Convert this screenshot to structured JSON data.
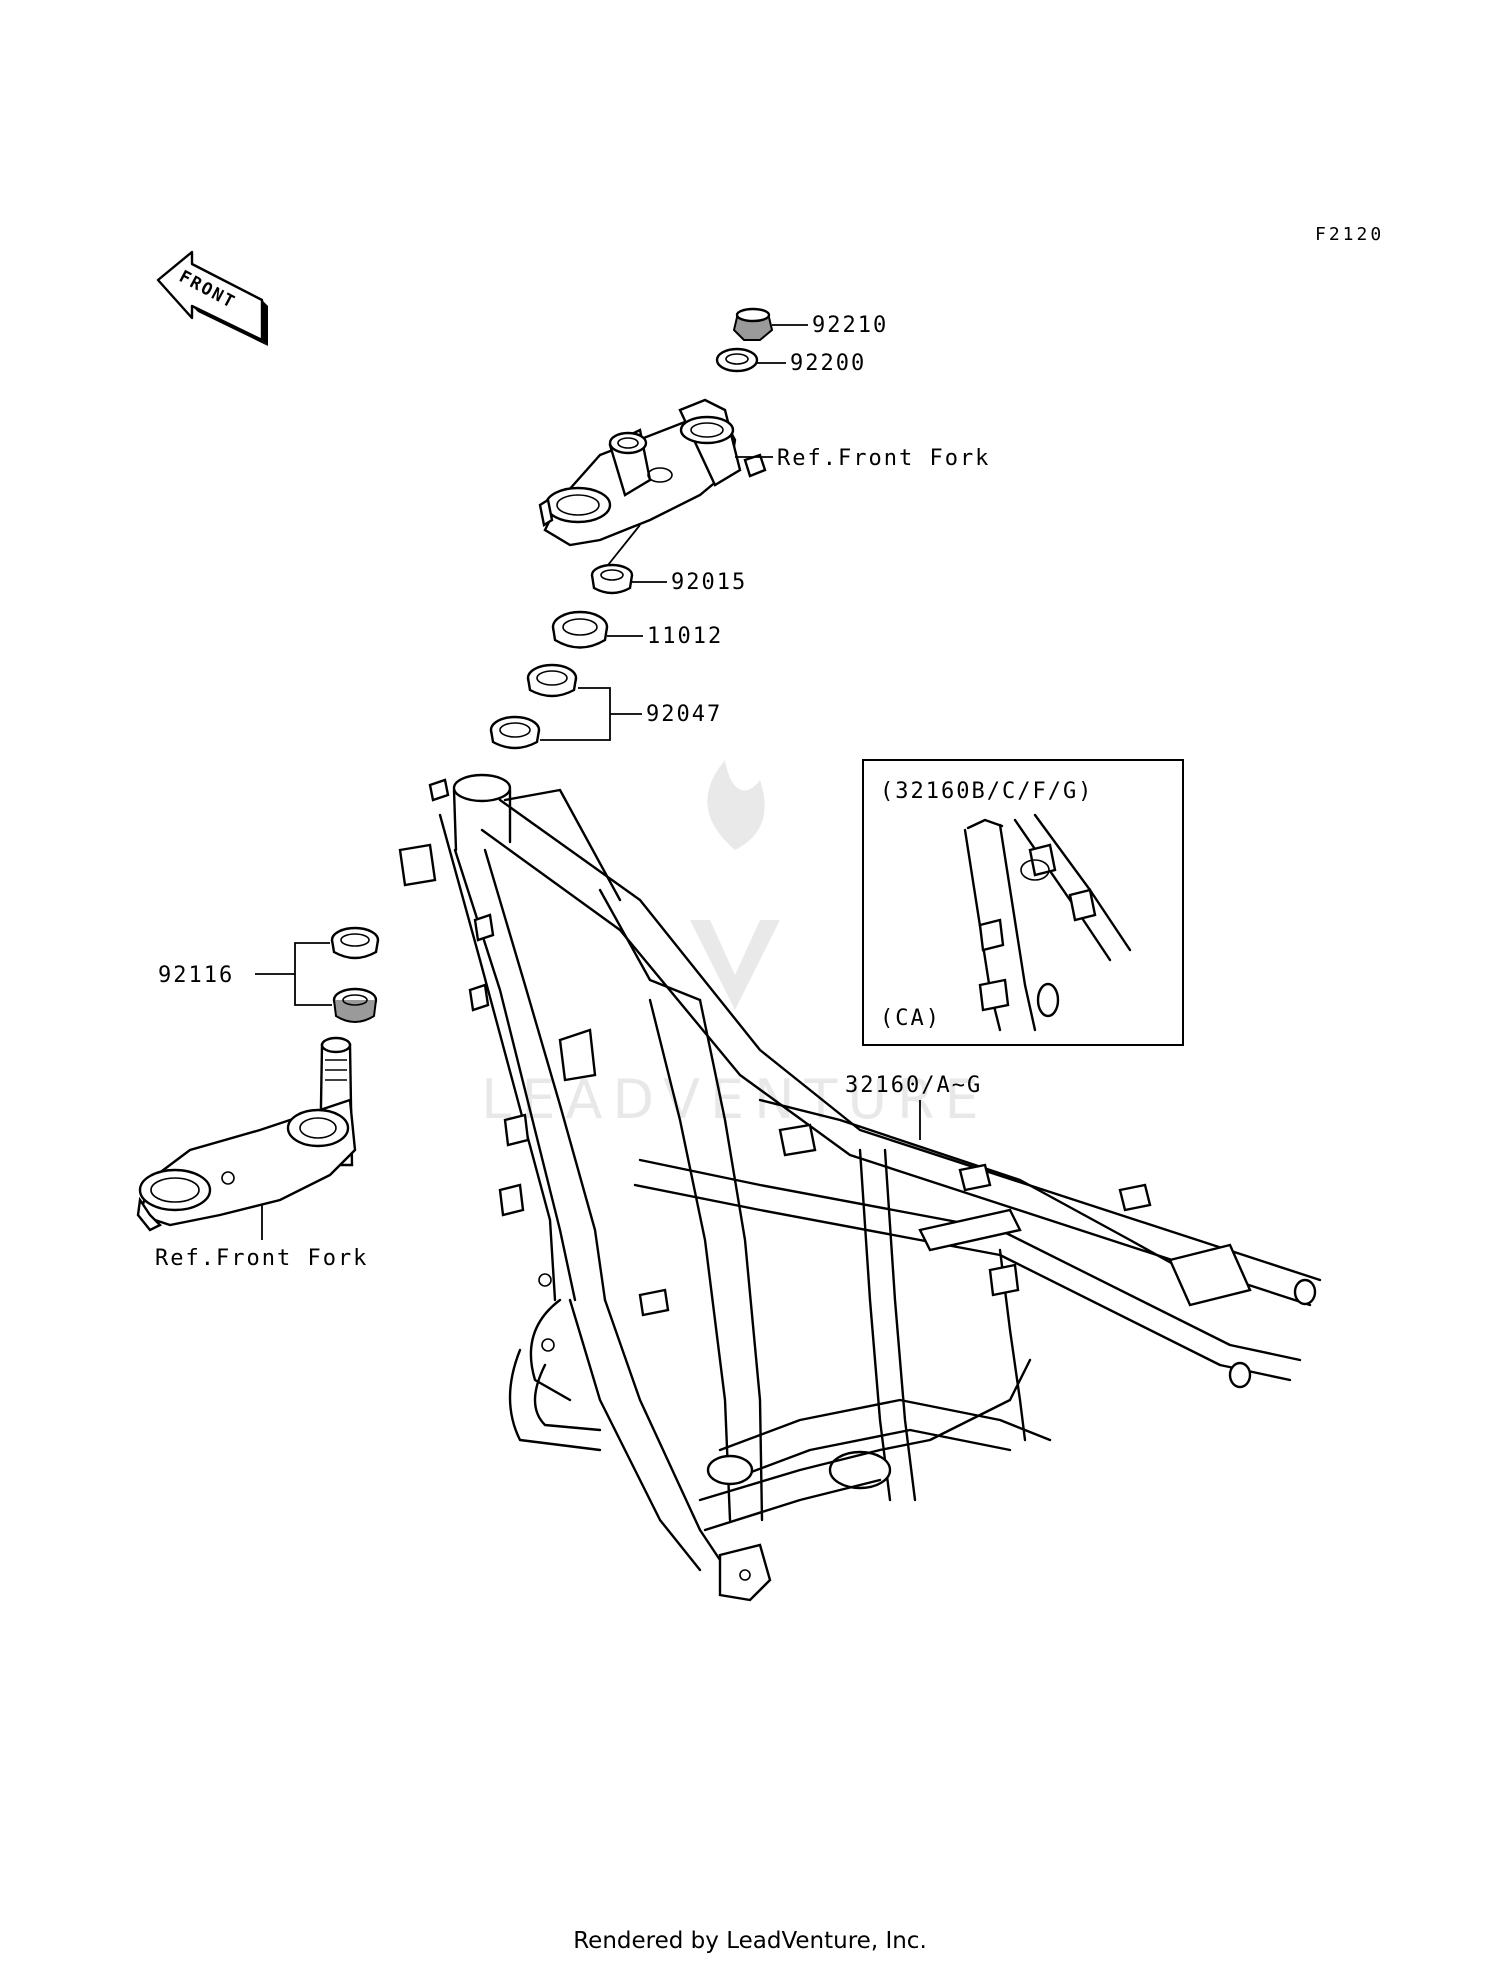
{
  "diagram": {
    "code": "F2120",
    "front_arrow_label": "FRONT",
    "footer": "Rendered by LeadVenture, Inc.",
    "watermark": "LEADVENTURE",
    "callouts": {
      "p92210": "92210",
      "p92200": "92200",
      "ref_front_fork_upper": "Ref.Front Fork",
      "p92015": "92015",
      "p11012": "11012",
      "p92047": "92047",
      "p92116": "92116",
      "ref_front_fork_lower": "Ref.Front Fork",
      "p32160": "32160/A~G"
    },
    "inset": {
      "title": "(32160B/C/F/G)",
      "note": "(CA)"
    }
  }
}
